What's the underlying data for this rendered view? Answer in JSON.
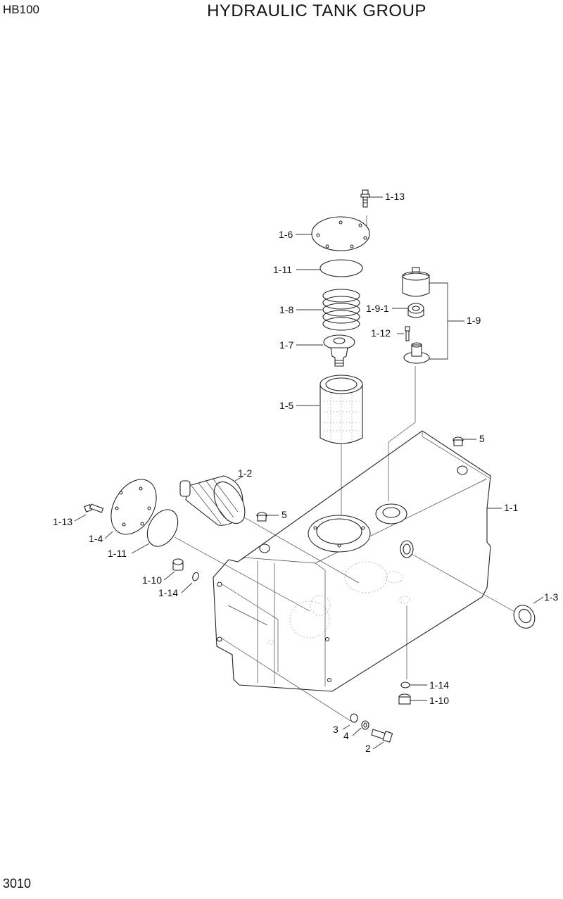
{
  "header": {
    "model": "HB100",
    "title": "HYDRAULIC TANK GROUP"
  },
  "footer": {
    "page_number": "3010"
  },
  "callouts": [
    {
      "id": "c_1_13_top",
      "label": "1-13"
    },
    {
      "id": "c_1_6",
      "label": "1-6"
    },
    {
      "id": "c_1_11_top",
      "label": "1-11"
    },
    {
      "id": "c_1_8",
      "label": "1-8"
    },
    {
      "id": "c_1_9_1",
      "label": "1-9-1"
    },
    {
      "id": "c_1_9",
      "label": "1-9"
    },
    {
      "id": "c_1_12",
      "label": "1-12"
    },
    {
      "id": "c_1_7",
      "label": "1-7"
    },
    {
      "id": "c_1_5",
      "label": "1-5"
    },
    {
      "id": "c_5_right",
      "label": "5"
    },
    {
      "id": "c_1_2",
      "label": "1-2"
    },
    {
      "id": "c_1_1",
      "label": "1-1"
    },
    {
      "id": "c_5_left",
      "label": "5"
    },
    {
      "id": "c_1_13_left",
      "label": "1-13"
    },
    {
      "id": "c_1_4",
      "label": "1-4"
    },
    {
      "id": "c_1_11_left",
      "label": "1-11"
    },
    {
      "id": "c_1_10_left",
      "label": "1-10"
    },
    {
      "id": "c_1_14_left",
      "label": "1-14"
    },
    {
      "id": "c_1_3",
      "label": "1-3"
    },
    {
      "id": "c_1_14_bottom",
      "label": "1-14"
    },
    {
      "id": "c_1_10_bottom",
      "label": "1-10"
    },
    {
      "id": "c_3",
      "label": "3"
    },
    {
      "id": "c_4",
      "label": "4"
    },
    {
      "id": "c_2",
      "label": "2"
    }
  ]
}
